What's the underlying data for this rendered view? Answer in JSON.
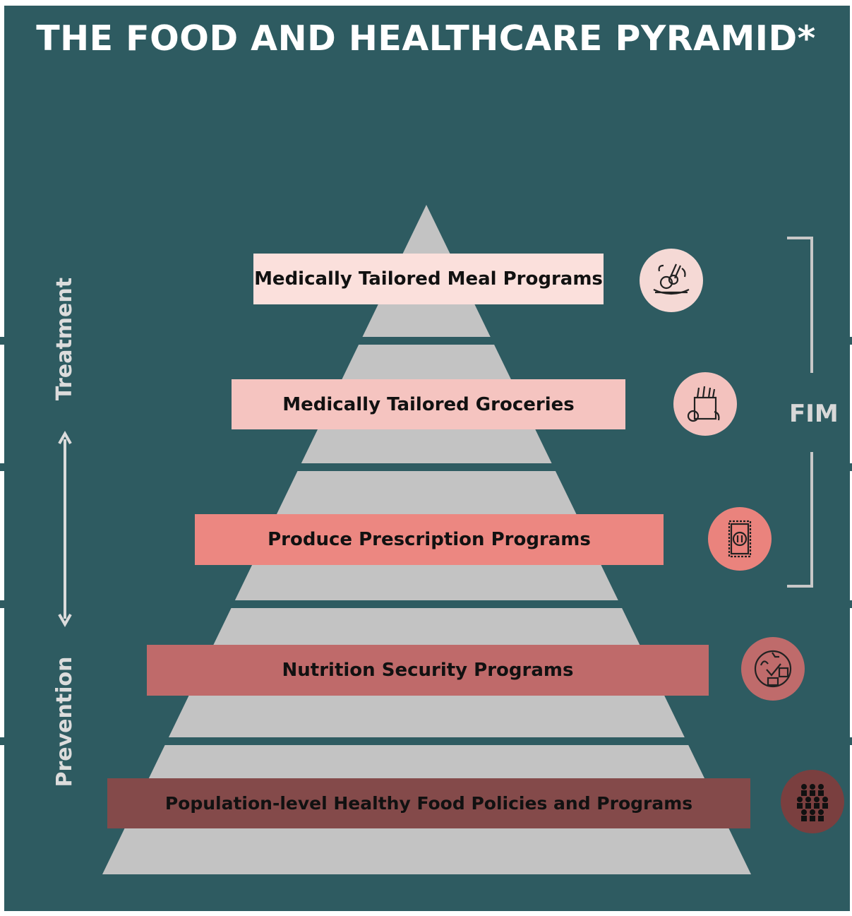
{
  "title": "THE FOOD AND HEALTHCARE PYRAMID*",
  "side_labels": {
    "top": "Treatment",
    "bottom": "Prevention"
  },
  "bracket_label": "FIM",
  "tiers": [
    {
      "label": "Medically Tailored Meal Programs",
      "color": "#fbe0dc",
      "icon": "meal-icon",
      "icon_color": "#f5d9d5"
    },
    {
      "label": "Medically Tailored Groceries",
      "color": "#f5c4c0",
      "icon": "groceries-icon",
      "icon_color": "#f3c2be"
    },
    {
      "label": "Produce Prescription Programs",
      "color": "#ec8781",
      "icon": "prescription-icon",
      "icon_color": "#ea837d"
    },
    {
      "label": "Nutrition Security Programs",
      "color": "#bf6a6a",
      "icon": "nutrition-security-icon",
      "icon_color": "#bf6b6b"
    },
    {
      "label": "Population-level Healthy Food Policies and Programs",
      "color": "#844a4a",
      "icon": "population-icon",
      "icon_color": "#7a3f3f"
    }
  ],
  "colors": {
    "background": "#2e5b61",
    "pyramid": "#c3c3c3",
    "arrow": "#dcdcdc"
  }
}
